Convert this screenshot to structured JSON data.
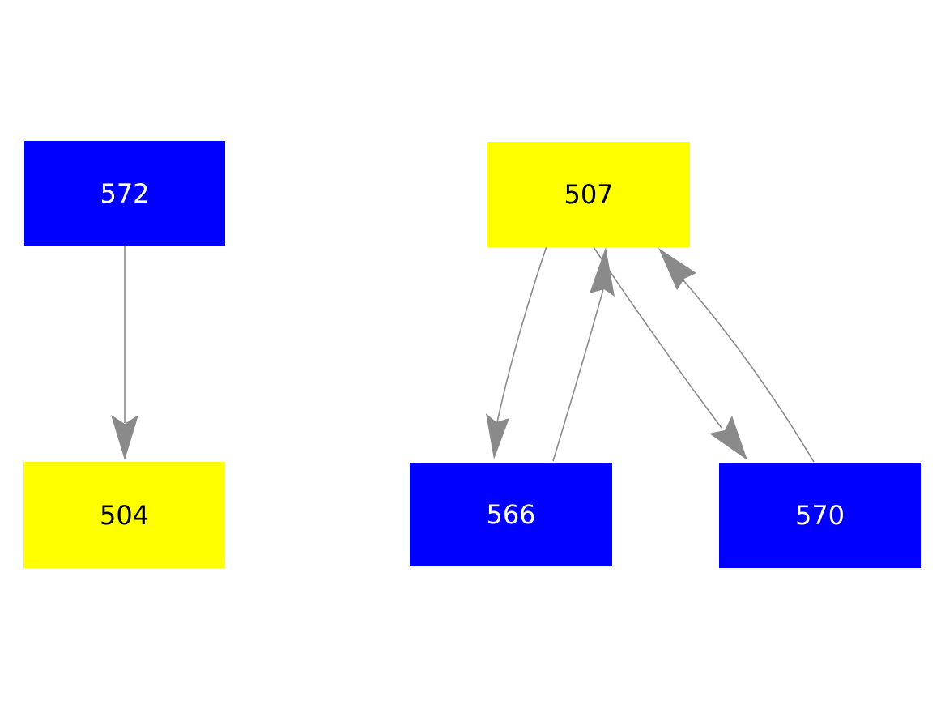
{
  "diagram": {
    "background": "#ffffff",
    "edge_color": "#8a8a8a",
    "nodes": {
      "n572": {
        "label": "572",
        "fill": "#0000ff",
        "text_color": "#ffffff"
      },
      "n504": {
        "label": "504",
        "fill": "#ffff00",
        "text_color": "#000000"
      },
      "n507": {
        "label": "507",
        "fill": "#ffff00",
        "text_color": "#000000"
      },
      "n566": {
        "label": "566",
        "fill": "#0000ff",
        "text_color": "#ffffff"
      },
      "n570": {
        "label": "570",
        "fill": "#0000ff",
        "text_color": "#ffffff"
      }
    },
    "edges": [
      {
        "from": "572",
        "to": "504"
      },
      {
        "from": "507",
        "to": "566"
      },
      {
        "from": "566",
        "to": "507"
      },
      {
        "from": "507",
        "to": "570"
      },
      {
        "from": "570",
        "to": "507"
      }
    ]
  }
}
